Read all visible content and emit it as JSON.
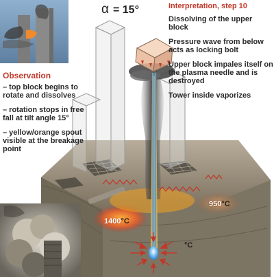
{
  "angle": {
    "symbol": "α",
    "value": "= 15°"
  },
  "observation": {
    "heading": "Observation",
    "items": [
      "– top block begins to rotate and dissolves",
      "– rotation stops in free fall at tilt angle 15°",
      "– yellow/orange spout visible at the breakage point"
    ]
  },
  "interpretation": {
    "heading": "Interpretation, step 10",
    "items": [
      "Dissolving of the upper block",
      "Pressure wave from below acts as locking bolt",
      "Upper block impales itself on the plasma needle and is destroyed",
      "Tower inside vaporizes"
    ]
  },
  "temperatures": {
    "hot": "1400",
    "warm": "950",
    "unit": "°C"
  },
  "colors": {
    "heading": "#c0392b",
    "ground": "#8a7d6a",
    "plasma": "#f4a21d",
    "needle_core": "#2d7fd0",
    "spring": "#c0392b",
    "arrow": "#c0392b"
  }
}
